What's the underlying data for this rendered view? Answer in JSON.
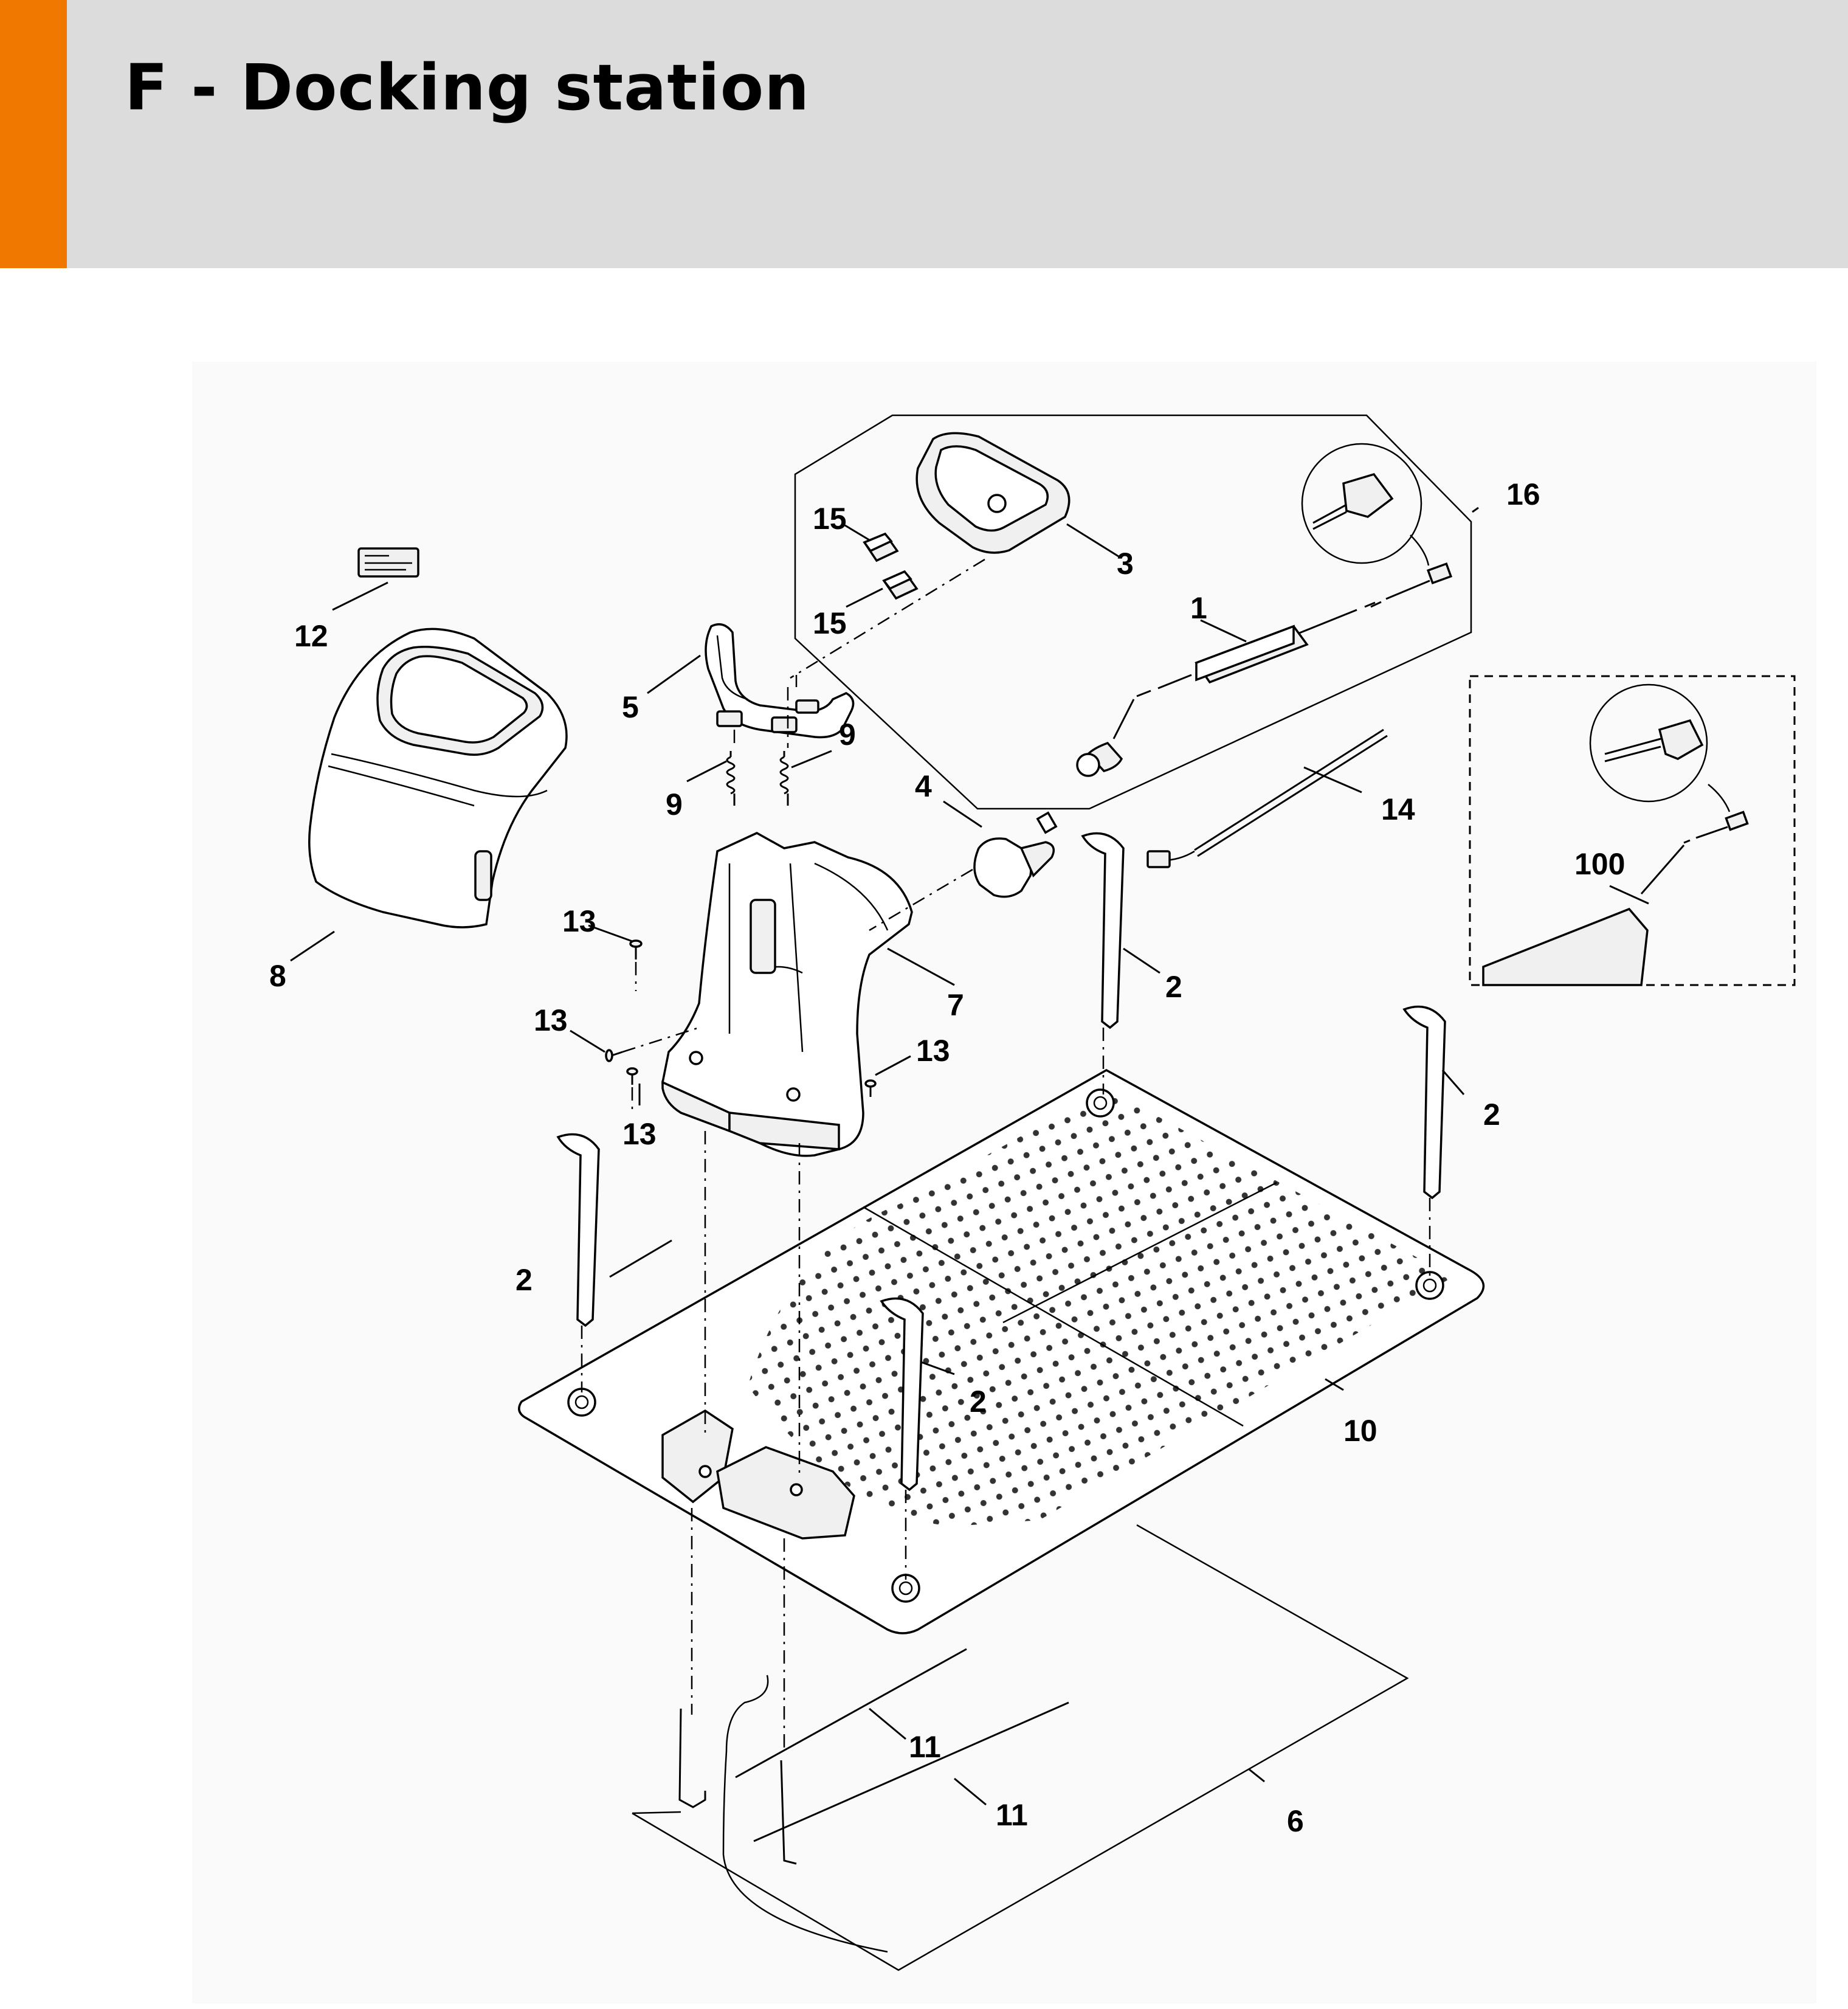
{
  "header": {
    "title": "F - Docking station",
    "accent_color": "#f07800",
    "background_color": "#dcdcdc"
  },
  "callouts": {
    "c1": "1",
    "c2a": "2",
    "c2b": "2",
    "c2c": "2",
    "c2d": "2",
    "c3": "3",
    "c4": "4",
    "c5": "5",
    "c6": "6",
    "c7": "7",
    "c8": "8",
    "c9a": "9",
    "c9b": "9",
    "c10": "10",
    "c11a": "11",
    "c11b": "11",
    "c12": "12",
    "c13a": "13",
    "c13b": "13",
    "c13c": "13",
    "c13d": "13",
    "c14": "14",
    "c15a": "15",
    "c15b": "15",
    "c16": "16",
    "c100": "100"
  }
}
